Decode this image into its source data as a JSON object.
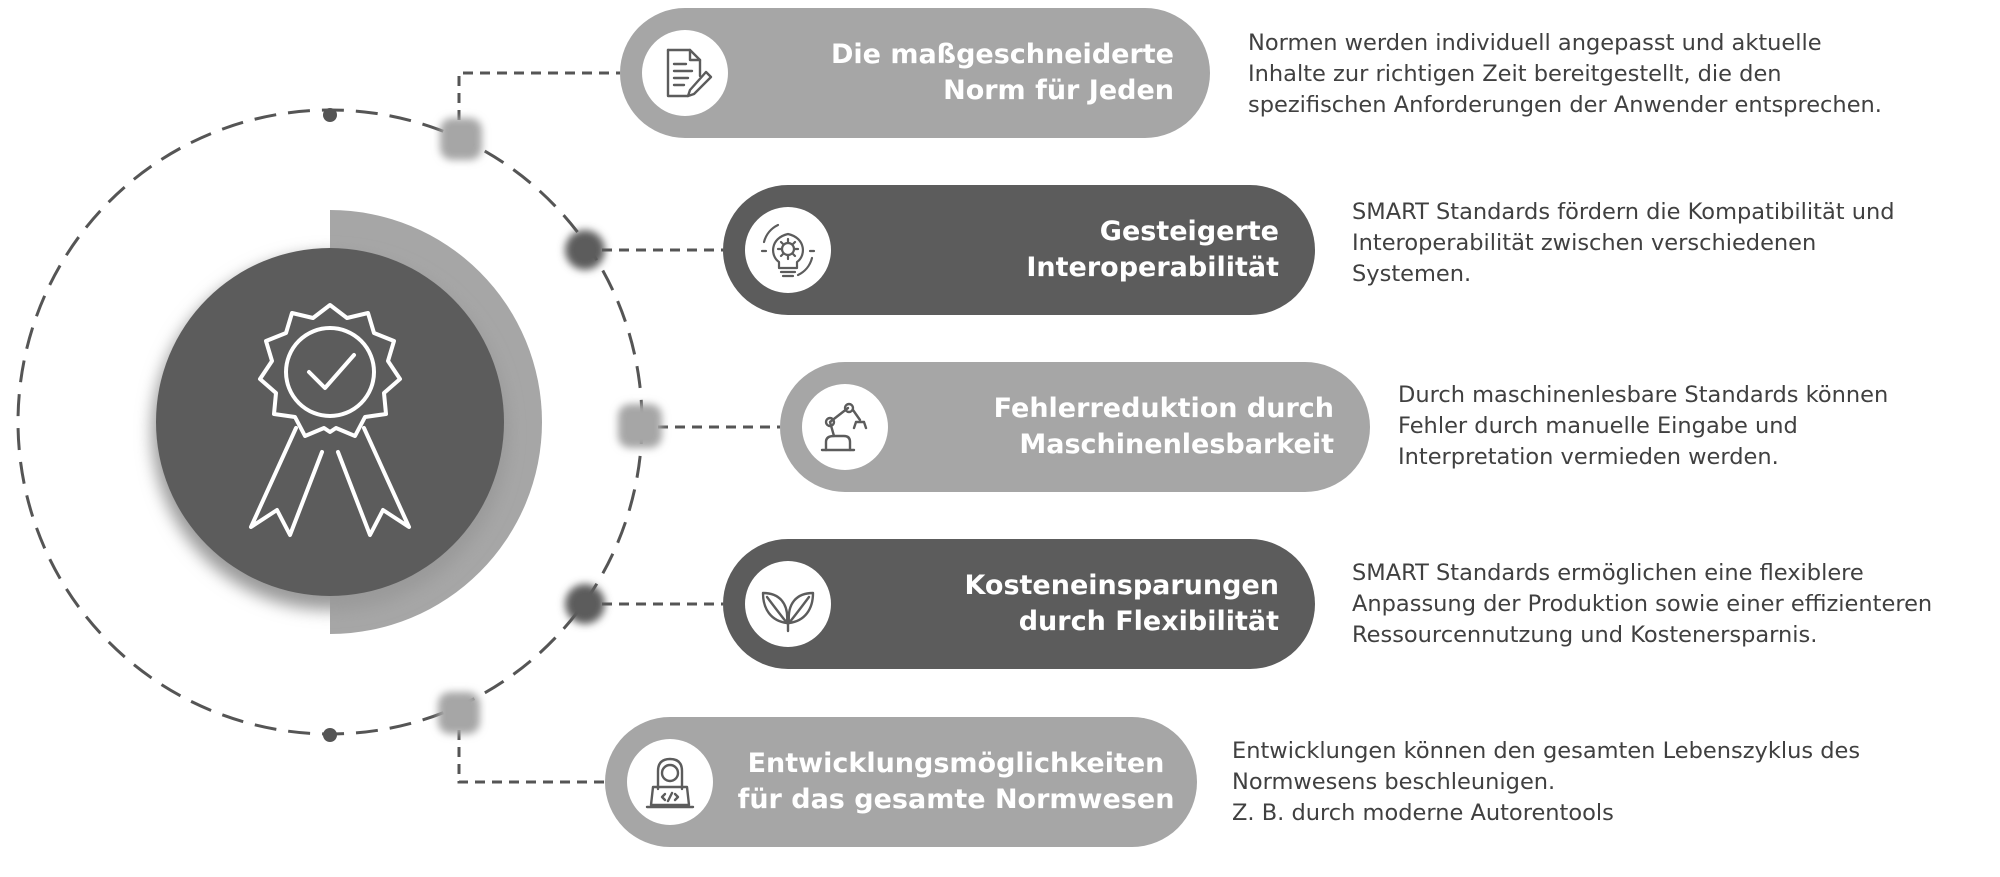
{
  "items": [
    {
      "title": "Die  maßgeschneiderte\nNorm für Jeden",
      "description": "Normen werden individuell angepasst und aktuelle\nInhalte zur richtigen Zeit bereitgestellt, die den\nspezifischen Anforderungen der Anwender entsprechen.",
      "icon": "document-edit-icon"
    },
    {
      "title": "Gesteigerte\nInteroperabilität",
      "description": "SMART Standards fördern die Kompatibilität und\nInteroperabilität zwischen verschiedenen\nSystemen.",
      "icon": "lightbulb-gear-icon"
    },
    {
      "title": "Fehlerreduktion durch\nMaschinenlesbarkeit",
      "description": "Durch maschinenlesbare Standards können\nFehler durch manuelle Eingabe und\nInterpretation vermieden werden.",
      "icon": "robot-arm-icon"
    },
    {
      "title": "Kosteneinsparungen\ndurch Flexibilität",
      "description": "SMART Standards ermöglichen eine flexiblere\nAnpassung der Produktion sowie einer effizienteren\nRessourcennutzung und Kostenersparnis.",
      "icon": "leaves-icon"
    },
    {
      "title": "Entwicklungsmöglichkeiten\nfür das gesamte Normwesen",
      "description": "Entwicklungen können den gesamten Lebenszyklus des\nNormwesens beschleunigen.\nZ. B. durch moderne Autorentools",
      "icon": "developer-laptop-icon"
    }
  ],
  "center_icon": "award-badge-icon",
  "colors": {
    "light_pill": "#a6a6a6",
    "dark_pill": "#5c5c5c",
    "center_circle": "#5c5c5c",
    "half_ring": "#a6a6a6",
    "text": "#404040"
  }
}
